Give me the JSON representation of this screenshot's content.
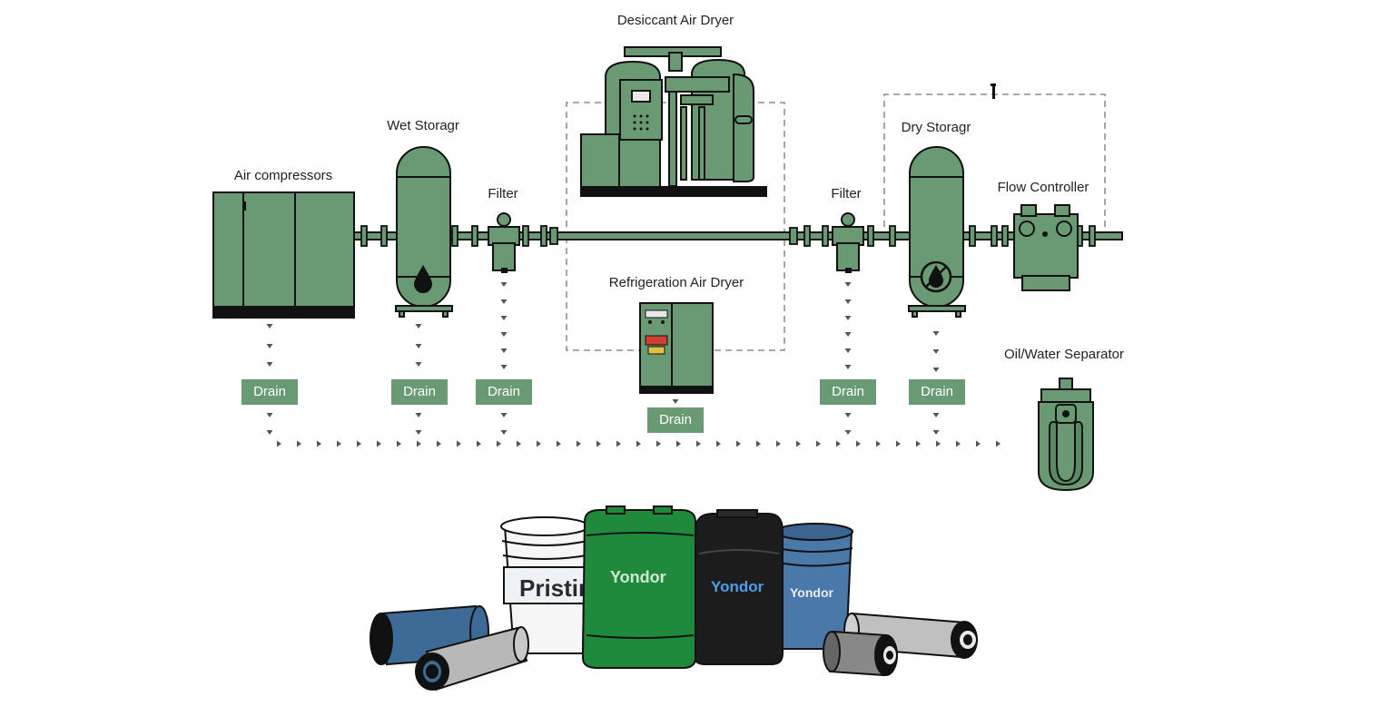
{
  "labels": {
    "air_compressors": "Air compressors",
    "wet_storage": "Wet Storagr",
    "filter_1": "Filter",
    "desiccant_dryer": "Desiccant Air Dryer",
    "refrigeration_dryer": "Refrigeration Air Dryer",
    "filter_2": "Filter",
    "dry_storage": "Dry Storagr",
    "flow_controller": "Flow Controller",
    "oil_water_separator": "Oil/Water Separator"
  },
  "drains": [
    "Drain",
    "Drain",
    "Drain",
    "Drain",
    "Drain",
    "Drain"
  ],
  "products": {
    "pail_white_label": "Pristin",
    "jerrycan_green_brand": "Yondor",
    "jerrycan_black_brand": "Yondor",
    "pail_blue_brand": "Yondor"
  },
  "colors": {
    "equipment_green": "#6a9a74",
    "outline": "#111111",
    "drain_box": "#6a9a74",
    "arrow_gray": "#555555",
    "dashed_line": "#777777",
    "jerrycan_green": "#1f8a3c",
    "jerrycan_black": "#1c1c1c",
    "pail_blue": "#4a78a8",
    "filter_blue": "#3d6a96",
    "filter_silver": "#b8b8b8"
  }
}
